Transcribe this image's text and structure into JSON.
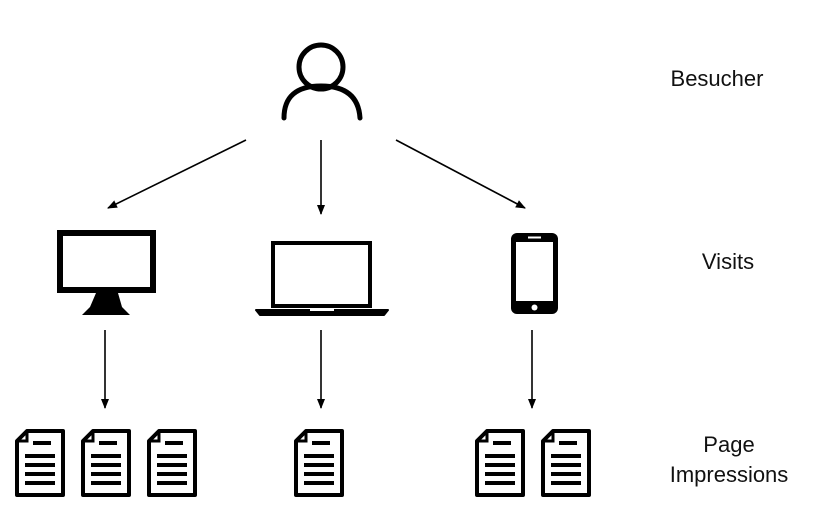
{
  "levels": {
    "visitor_label": "Besucher",
    "visits_label": "Visits",
    "impressions_label_line1": "Page",
    "impressions_label_line2": "Impressions"
  },
  "devices": [
    {
      "name": "desktop-monitor",
      "icon": "monitor-icon",
      "page_count": 3
    },
    {
      "name": "laptop",
      "icon": "laptop-icon",
      "page_count": 1
    },
    {
      "name": "smartphone",
      "icon": "smartphone-icon",
      "page_count": 2
    }
  ],
  "icons": {
    "visitor": "user-icon",
    "page": "document-icon"
  },
  "colors": {
    "stroke": "#000000",
    "background": "#ffffff"
  }
}
